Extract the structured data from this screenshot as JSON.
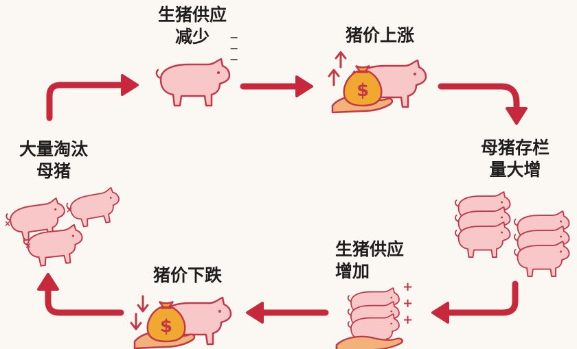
{
  "stages": [
    {
      "id": "supply-decrease",
      "lines": [
        "生猪供应",
        "减少"
      ]
    },
    {
      "id": "price-rise",
      "lines": [
        "猪价上涨"
      ]
    },
    {
      "id": "sow-increase",
      "lines": [
        "母猪存栏",
        "量大增"
      ]
    },
    {
      "id": "supply-increase",
      "lines": [
        "生猪供应",
        "增加"
      ]
    },
    {
      "id": "price-fall",
      "lines": [
        "猪价下跌"
      ]
    },
    {
      "id": "sow-cull",
      "lines": [
        "大量淘汰",
        "母猪"
      ]
    }
  ],
  "icons": {
    "bag_symbol": "$",
    "plus_symbol": "+",
    "minus_symbol": "−",
    "cross_symbol": "×"
  },
  "colors": {
    "arrow": "#c8283c",
    "pig_fill": "#f8c8c8",
    "pig_stroke": "#c23848",
    "bag": "#f0a830",
    "hand": "#f2b27a",
    "text": "#1e1e1e",
    "background": "#fbf7f2"
  }
}
